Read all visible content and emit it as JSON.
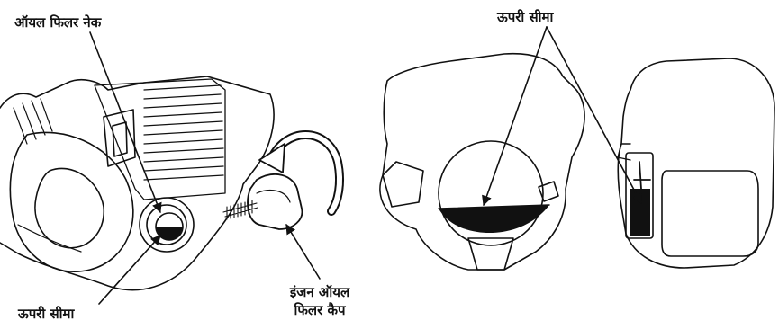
{
  "labels": {
    "oil_filler_neck": "ऑयल फिलर नेक",
    "upper_limit_top": "ऊपरी सीमा",
    "upper_limit_bottom": "ऊपरी सीमा",
    "engine_oil_filler_cap_line1": "इंजन ऑयल",
    "engine_oil_filler_cap_line2": "फिलर कैप"
  },
  "icons": [
    "rotation-arrow-icon",
    "leader-arrow-icon"
  ]
}
